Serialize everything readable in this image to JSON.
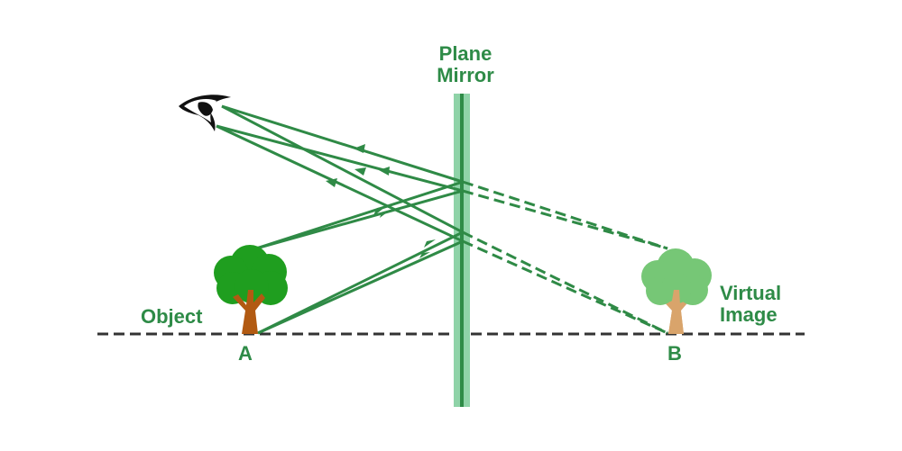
{
  "labels": {
    "mirror_line1": "Plane",
    "mirror_line2": "Mirror",
    "object": "Object",
    "point_a": "A",
    "point_b": "B",
    "virtual_line1": "Virtual",
    "virtual_line2": "Image"
  },
  "colors": {
    "text": "#2e8b47",
    "ray": "#2f8a46",
    "mirror_outer": "#8fd3a8",
    "mirror_inner": "#2e8b47",
    "tree_real": "#1f9e1f",
    "trunk_real": "#b25a12",
    "tree_virtual": "#76c776",
    "trunk_virtual": "#d9a46b",
    "ground": "#333333"
  },
  "icons": {
    "eye": "eye-icon",
    "object_tree": "tree-icon",
    "image_tree": "tree-icon"
  }
}
